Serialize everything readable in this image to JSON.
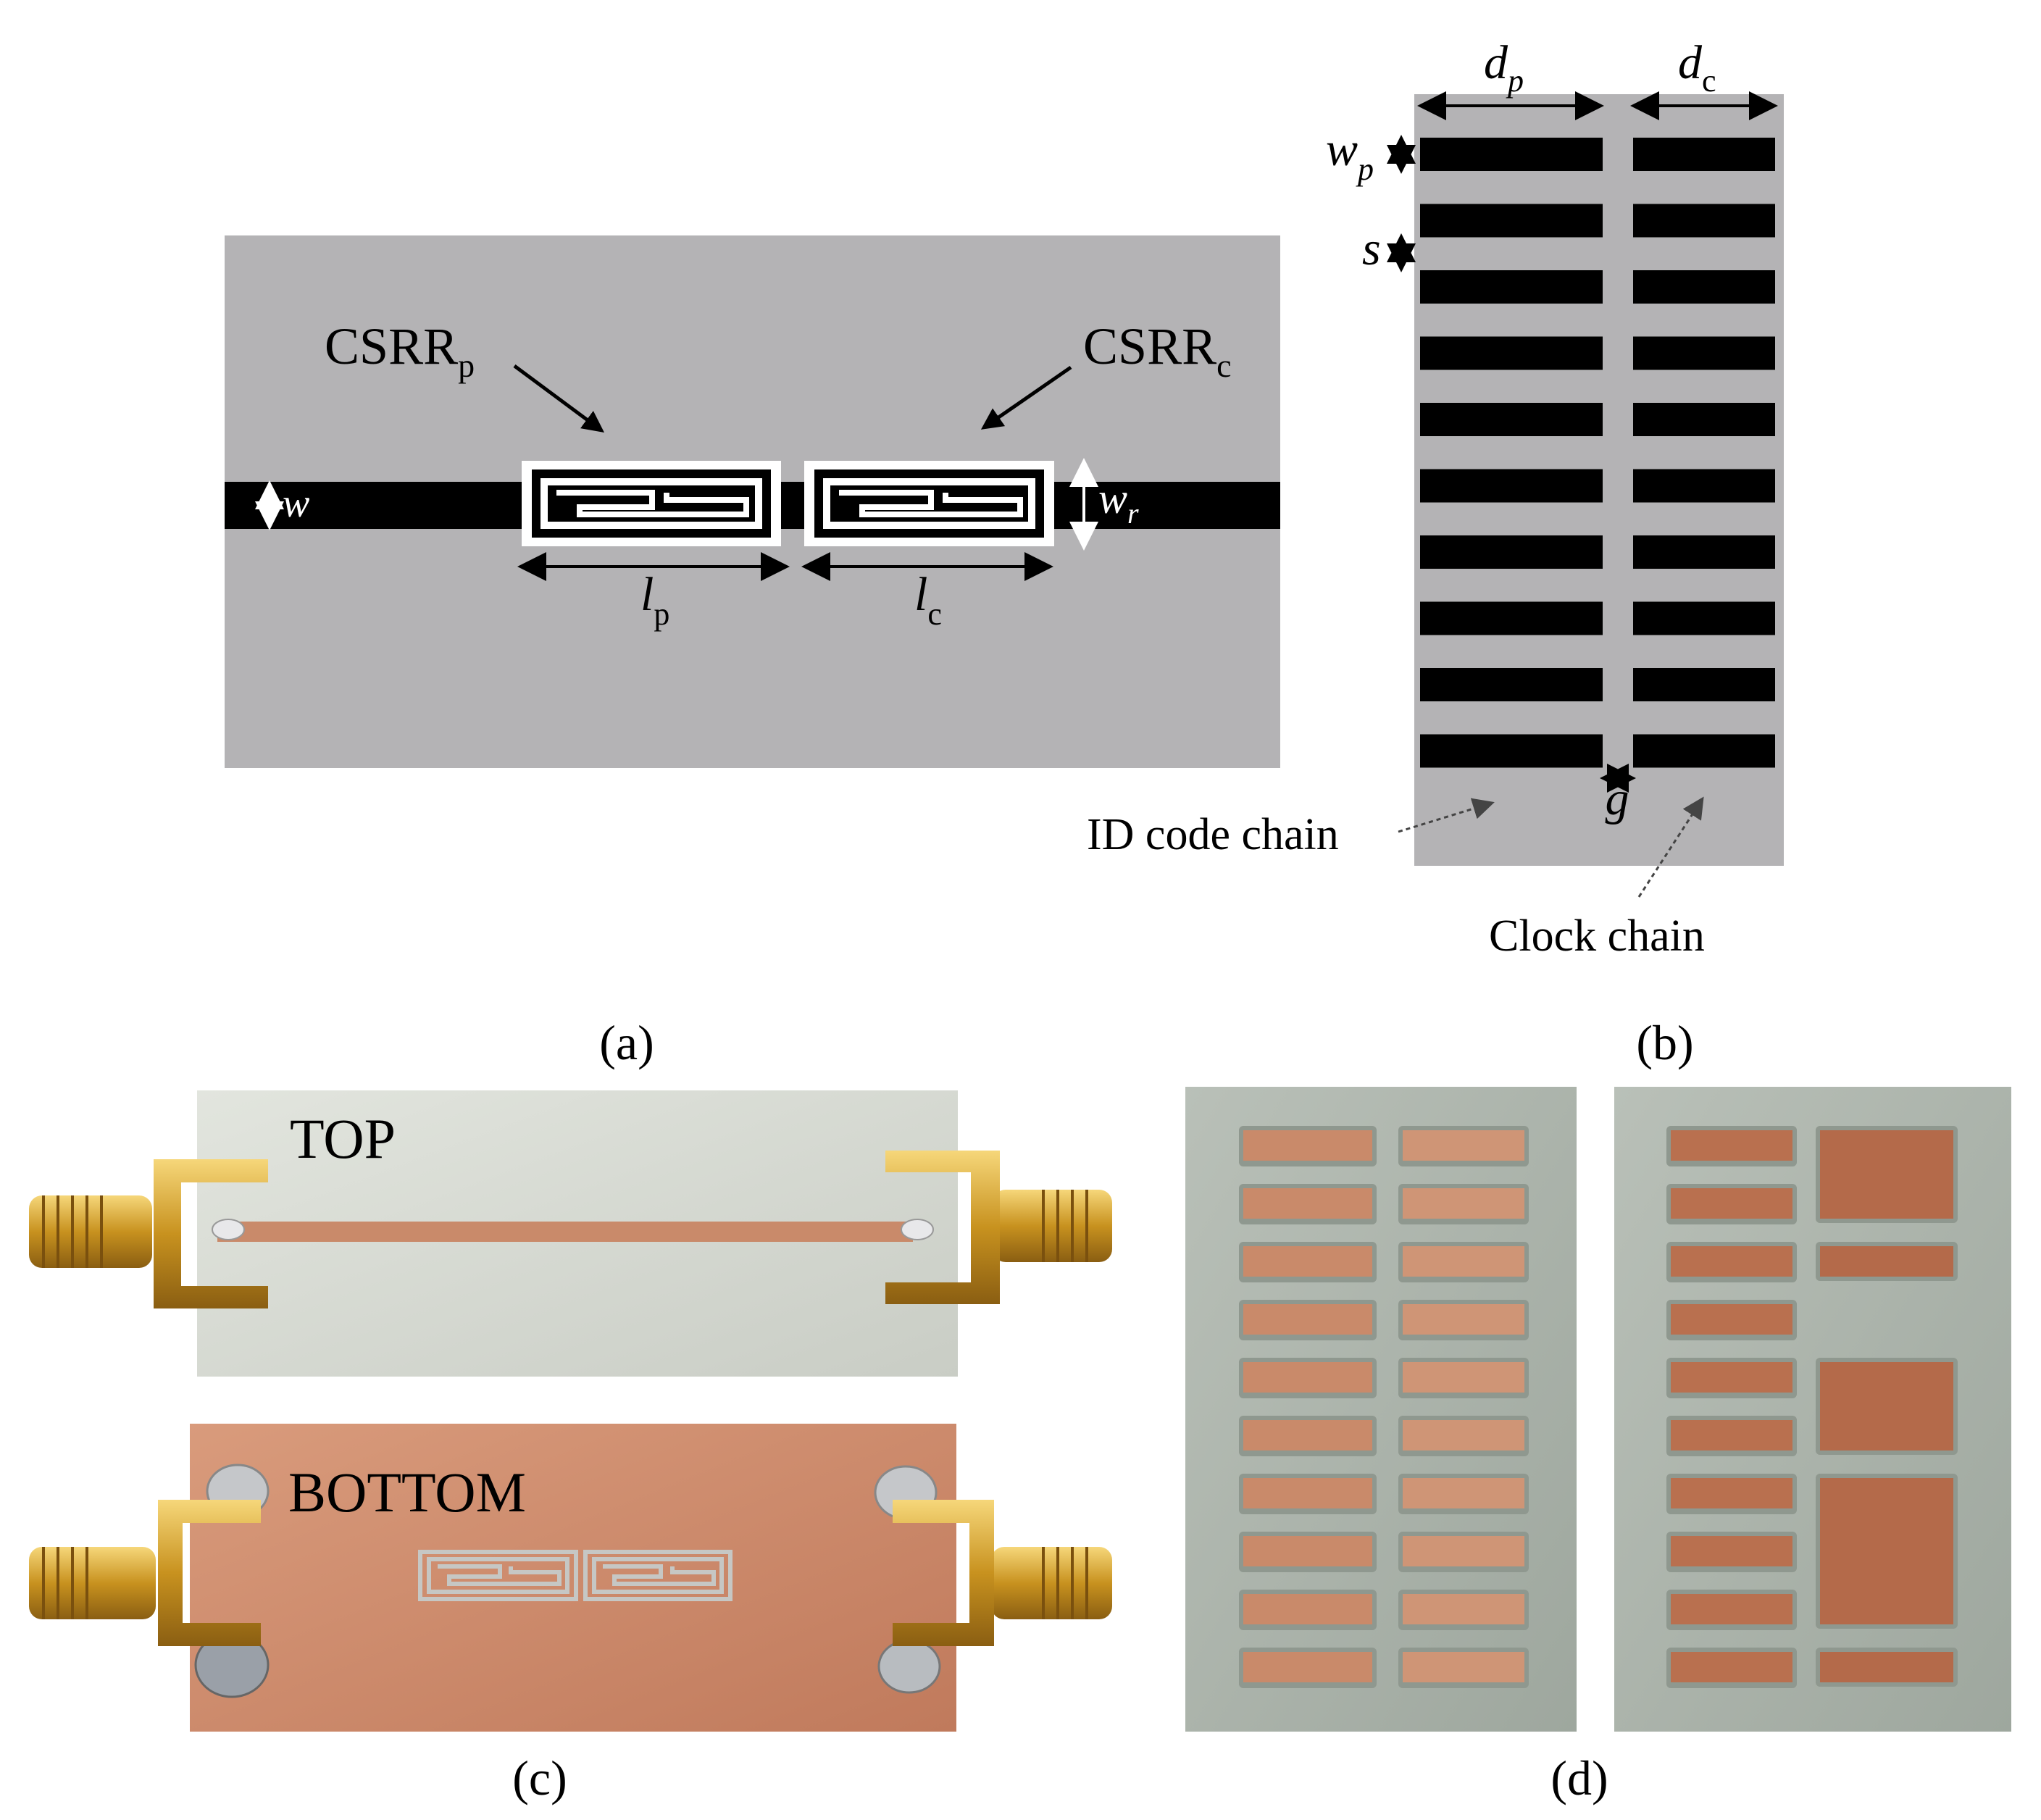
{
  "panel_a": {
    "label": "(a)",
    "csrr_p_label": "CSRR",
    "csrr_p_sub": "p",
    "csrr_c_label": "CSRR",
    "csrr_c_sub": "c",
    "w_label": "w",
    "wr_label": "w",
    "wr_sub": "r",
    "lp_label": "l",
    "lp_sub": "p",
    "lc_label": "l",
    "lc_sub": "c"
  },
  "panel_b": {
    "label": "(b)",
    "dp_label": "d",
    "dp_sub": "p",
    "dc_label": "d",
    "dc_sub": "c",
    "wp_label": "w",
    "wp_sub": "p",
    "s_label": "s",
    "g_label": "g",
    "id_chain_label": "ID code chain",
    "clock_chain_label": "Clock chain",
    "strip_rows": 10
  },
  "panel_c": {
    "label": "(c)",
    "top_label": "TOP",
    "bottom_label": "BOTTOM"
  },
  "panel_d": {
    "label": "(d)"
  },
  "colors": {
    "substrate_gray": "#b4b3b5",
    "metal_black": "#000000",
    "copper": "#c98a6a",
    "board_white": "#d8dcd4",
    "connector_gold": "#d4a23a"
  }
}
